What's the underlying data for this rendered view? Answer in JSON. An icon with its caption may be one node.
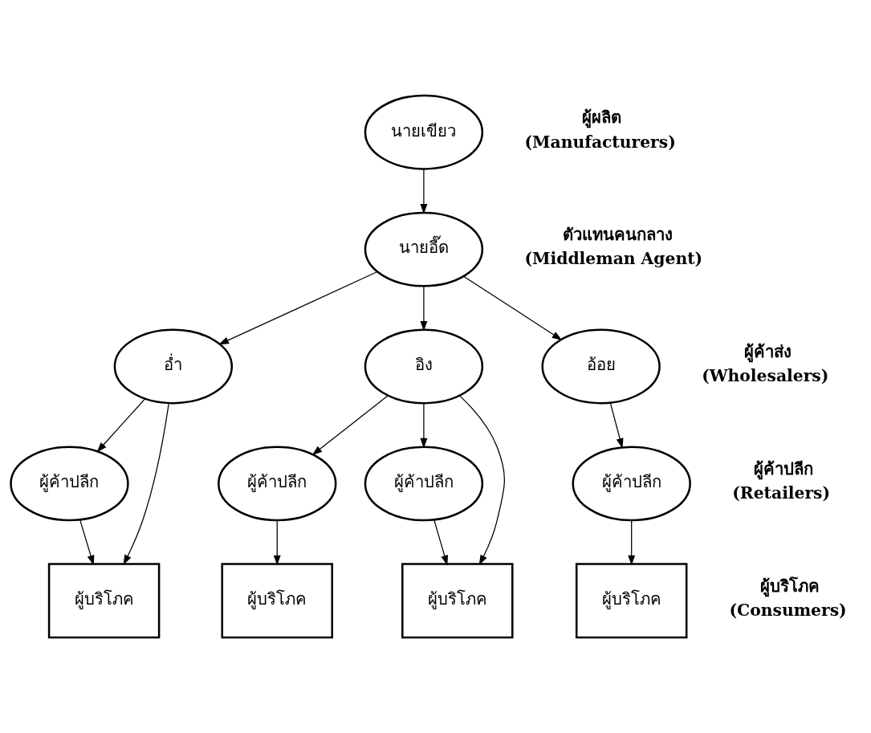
{
  "diagram": {
    "nodes": [
      {
        "text": [
          "นายเขียว"
        ]
      },
      {
        "text": [
          "นายอี๊ด"
        ]
      },
      {
        "text": [
          "อ่ำ"
        ]
      },
      {
        "text": [
          "อิง"
        ]
      },
      {
        "text": [
          "อ้อย"
        ]
      },
      {
        "text": [
          "ผู้ค้าปลีก"
        ]
      },
      {
        "text": [
          "ผู้ค้าปลีก"
        ]
      },
      {
        "text": [
          "ผู้ค้าปลีก"
        ]
      },
      {
        "text": [
          "ผู้ค้าปลีก"
        ]
      },
      {
        "text": [
          "ผู้บริโภค"
        ]
      },
      {
        "text": [
          "ผู้บริโภค"
        ]
      },
      {
        "text": [
          "ผู้บริโภค"
        ]
      },
      {
        "text": [
          "ผู้บริโภค"
        ]
      }
    ],
    "edges": [
      {
        "from": 0,
        "to": 1,
        "arrow": "to"
      },
      {
        "from": 1,
        "to": 2,
        "arrow": "to"
      },
      {
        "from": 1,
        "to": 3,
        "arrow": "to"
      },
      {
        "from": 1,
        "to": 4,
        "arrow": "to"
      },
      {
        "from": 2,
        "to": 9,
        "arrow": "to"
      },
      {
        "from": 2,
        "to": 5,
        "arrow": "to"
      },
      {
        "from": 3,
        "to": 6,
        "arrow": "to"
      },
      {
        "from": 3,
        "to": 11,
        "arrow": "to"
      },
      {
        "from": 3,
        "to": 7,
        "arrow": "to"
      },
      {
        "from": 4,
        "to": 8,
        "arrow": "to"
      },
      {
        "from": 5,
        "to": 9,
        "arrow": "to"
      },
      {
        "from": 6,
        "to": 10,
        "arrow": "to"
      },
      {
        "from": 7,
        "to": 11,
        "arrow": "to"
      },
      {
        "from": 8,
        "to": 12,
        "arrow": "to"
      }
    ],
    "labels": [
      "ผู้ผลิต",
      "(Manufacturers)",
      "ตัวแทนคนกลาง",
      "(Middleman Agent)",
      "ผู้ค้าส่ง",
      "(Wholesalers)",
      "ผู้ค้าปลีก",
      "(Retailers)",
      "ผู้บริโภค",
      "(Consumers)"
    ]
  }
}
